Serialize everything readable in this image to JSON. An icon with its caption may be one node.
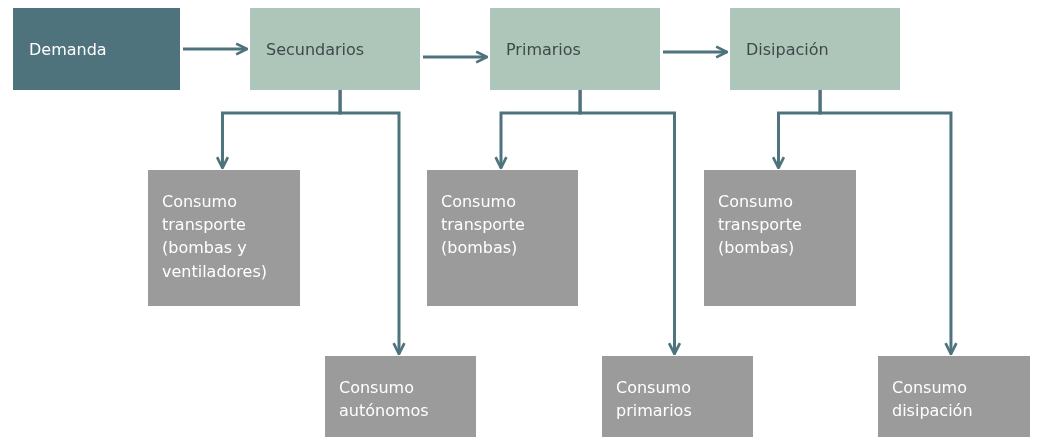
{
  "diagram": {
    "nodes": [
      {
        "text": [
          "Demanda"
        ]
      },
      {
        "text": [
          "Secundarios"
        ]
      },
      {
        "text": [
          "Primarios"
        ]
      },
      {
        "text": [
          "Disipación"
        ]
      },
      {
        "text": [
          "Consumo transporte (bombas y ventiladores)"
        ]
      },
      {
        "text": [
          "Consumo autónomos"
        ]
      },
      {
        "text": [
          "Consumo transporte (bombas)"
        ]
      },
      {
        "text": [
          "Consumo primarios"
        ]
      },
      {
        "text": [
          "Consumo transporte (bombas)"
        ]
      },
      {
        "text": [
          "Consumo disipación"
        ]
      }
    ],
    "edges": [
      {
        "from": 0,
        "to": 1,
        "arrow": "to"
      },
      {
        "from": 1,
        "to": 2,
        "arrow": "to"
      },
      {
        "from": 2,
        "to": 3,
        "arrow": "to"
      },
      {
        "from": 1,
        "to": 4,
        "arrow": "to"
      },
      {
        "from": 1,
        "to": 5,
        "arrow": "to"
      },
      {
        "from": 2,
        "to": 6,
        "arrow": "to"
      },
      {
        "from": 2,
        "to": 7,
        "arrow": "to"
      },
      {
        "from": 3,
        "to": 8,
        "arrow": "to"
      },
      {
        "from": 3,
        "to": 9,
        "arrow": "to"
      }
    ]
  }
}
